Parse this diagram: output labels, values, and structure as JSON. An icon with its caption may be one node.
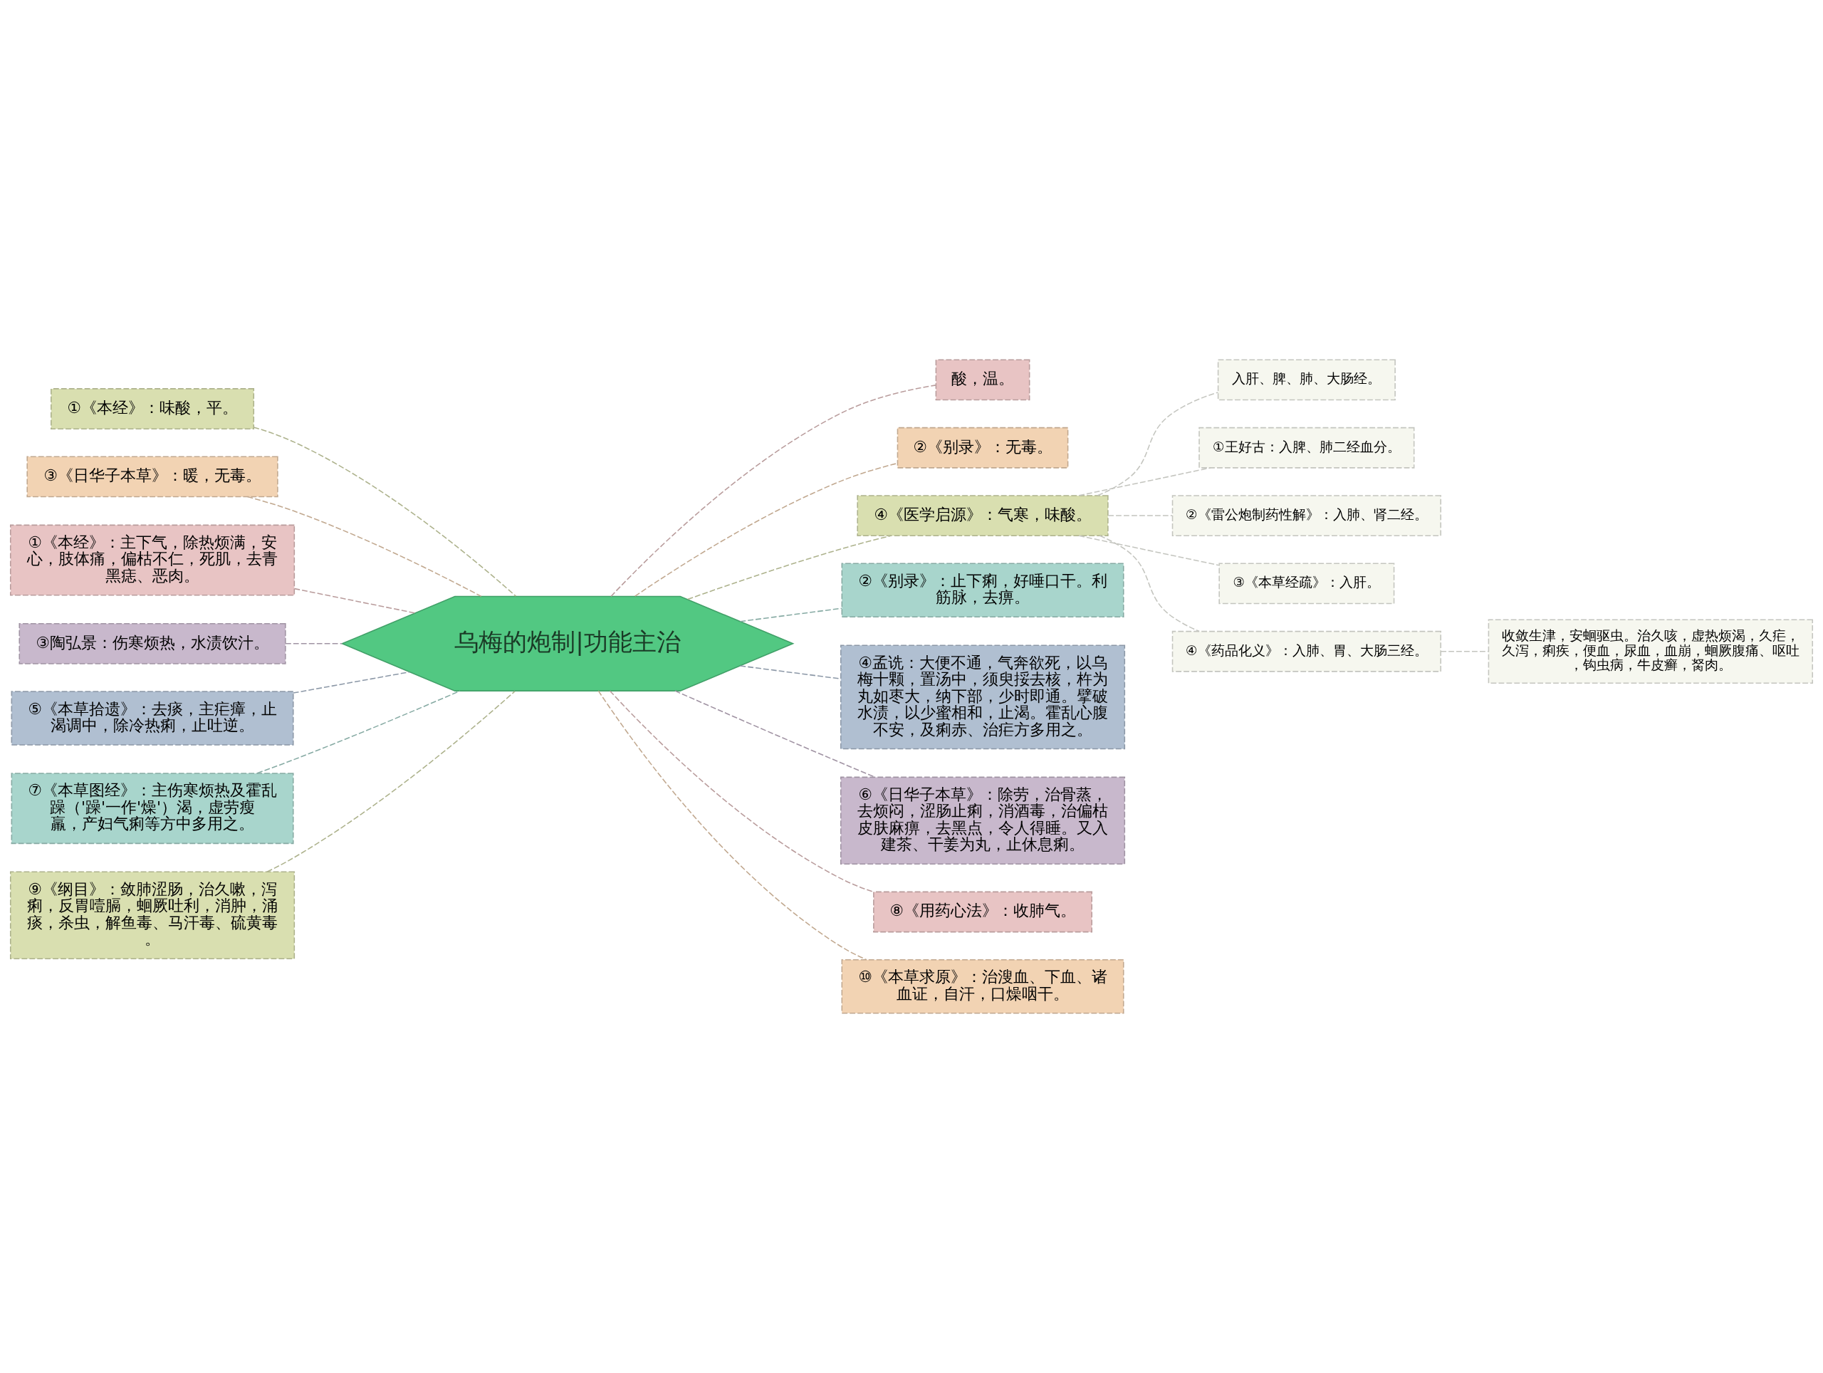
{
  "diagram": {
    "nodes": [
      {
        "text": [
          "乌梅的炮制|功能主治"
        ]
      },
      {
        "text": [
          "酸，温。"
        ]
      },
      {
        "text": [
          "②《别录》：无毒。"
        ]
      },
      {
        "text": [
          "④《医学启源》：气寒，味酸。"
        ]
      },
      {
        "text": [
          "入肝、脾、肺、大肠经。"
        ]
      },
      {
        "text": [
          "①王好古：入脾、肺二经血分。"
        ]
      },
      {
        "text": [
          "②《雷公炮制药性解》：入肺、肾二经。"
        ]
      },
      {
        "text": [
          "③《本草经疏》：入肝。"
        ]
      },
      {
        "text": [
          "④《药品化义》：入肺、胃、大肠三经。"
        ]
      },
      {
        "text": [
          "收敛生津，安蛔驱虫。治久咳，虚热烦渴，久疟，久泻，痢疾，便血，尿血，血崩，蛔厥腹痛、呕吐，钩虫病，牛皮癣，胬肉。"
        ]
      },
      {
        "text": [
          "②《别录》：止下痢，好唾口干。利筋脉，去痹。"
        ]
      },
      {
        "text": [
          "④孟诜：大便不通，气奔欲死，以乌梅十颗，置汤中，须臾挼去核，杵为丸如枣大，纳下部，少时即通。擘破水渍，以少蜜相和，止渴。霍乱心腹不安，及痢赤、治疟方多用之。"
        ]
      },
      {
        "text": [
          "⑥《日华子本草》：除劳，治骨蒸，去烦闷，涩肠止痢，消酒毒，治偏枯皮肤麻痹，去黑点，令人得睡。又入建茶、干姜为丸，止休息痢。"
        ]
      },
      {
        "text": [
          "⑧《用药心法》：收肺气。"
        ]
      },
      {
        "text": [
          "⑩《本草求原》：治溲血、下血、诸血证，自汗，口燥咽干。"
        ]
      },
      {
        "text": [
          "①《本经》：味酸，平。"
        ]
      },
      {
        "text": [
          "③《日华子本草》：暖，无毒。"
        ]
      },
      {
        "text": [
          "①《本经》：主下气，除热烦满，安心，肢体痛，偏枯不仁，死肌，去青黑痣、恶肉。"
        ]
      },
      {
        "text": [
          "③陶弘景：伤寒烦热，水渍饮汁。"
        ]
      },
      {
        "text": [
          "⑤《本草拾遗》：去痰，主疟瘴，止渴调中，除冷热痢，止吐逆。"
        ]
      },
      {
        "text": [
          "⑦《本草图经》：主伤寒烦热及霍乱躁（'躁'一作'燥'）渴，虚劳瘦羸，产妇气痢等方中多用之。"
        ]
      },
      {
        "text": [
          "⑨《纲目》：敛肺涩肠，治久嗽，泻痢，反胃噎膈，蛔厥吐利，消肿，涌痰，杀虫，解鱼毒、马汗毒、硫黄毒。"
        ]
      }
    ],
    "edges": [
      {
        "from": 0,
        "to": 1,
        "arrow": "none",
        "style": "dashed"
      },
      {
        "from": 0,
        "to": 2,
        "arrow": "none",
        "style": "dashed"
      },
      {
        "from": 0,
        "to": 3,
        "arrow": "none",
        "style": "dashed"
      },
      {
        "from": 3,
        "to": 4,
        "arrow": "none",
        "style": "dashed"
      },
      {
        "from": 3,
        "to": 5,
        "arrow": "none",
        "style": "dashed"
      },
      {
        "from": 3,
        "to": 6,
        "arrow": "none",
        "style": "dashed"
      },
      {
        "from": 3,
        "to": 7,
        "arrow": "none",
        "style": "dashed"
      },
      {
        "from": 3,
        "to": 8,
        "arrow": "none",
        "style": "dashed"
      },
      {
        "from": 8,
        "to": 9,
        "arrow": "none",
        "style": "dashed"
      },
      {
        "from": 0,
        "to": 10,
        "arrow": "none",
        "style": "dashed"
      },
      {
        "from": 0,
        "to": 11,
        "arrow": "none",
        "style": "dashed"
      },
      {
        "from": 0,
        "to": 12,
        "arrow": "none",
        "style": "dashed"
      },
      {
        "from": 0,
        "to": 13,
        "arrow": "none",
        "style": "dashed"
      },
      {
        "from": 0,
        "to": 14,
        "arrow": "none",
        "style": "dashed"
      },
      {
        "from": 15,
        "to": 0,
        "arrow": "none",
        "style": "dashed"
      },
      {
        "from": 16,
        "to": 0,
        "arrow": "none",
        "style": "dashed"
      },
      {
        "from": 17,
        "to": 0,
        "arrow": "none",
        "style": "dashed"
      },
      {
        "from": 18,
        "to": 0,
        "arrow": "none",
        "style": "dashed"
      },
      {
        "from": 19,
        "to": 0,
        "arrow": "none",
        "style": "dashed"
      },
      {
        "from": 20,
        "to": 0,
        "arrow": "none",
        "style": "dashed"
      },
      {
        "from": 21,
        "to": 0,
        "arrow": "none",
        "style": "dashed"
      }
    ]
  }
}
